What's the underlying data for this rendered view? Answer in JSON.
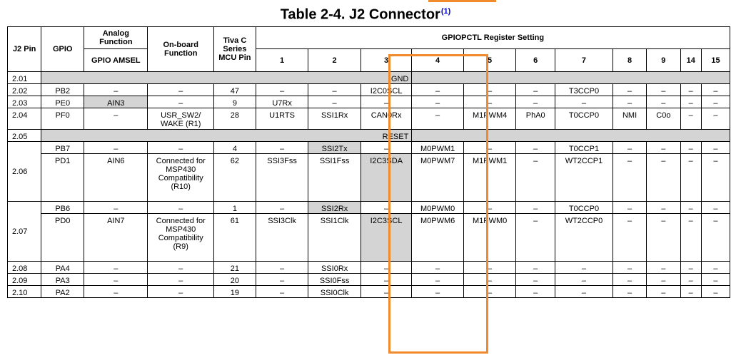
{
  "title": {
    "text": "Table 2-4. J2 Connector",
    "footnote_ref": "(1)"
  },
  "headers": {
    "j2_pin": "J2 Pin",
    "gpio": "GPIO",
    "analog": "Analog Function",
    "gpio_amsel": "GPIO AMSEL",
    "onboard": "On-board Function",
    "mcu_pin": "Tiva C Series MCU Pin",
    "gpiopctl": "GPIOPCTL Register Setting",
    "pctl": [
      "1",
      "2",
      "3",
      "4",
      "5",
      "6",
      "7",
      "8",
      "9",
      "14",
      "15"
    ]
  },
  "rows": {
    "r201": {
      "pin": "2.01",
      "span": "GND"
    },
    "r202": {
      "pin": "2.02",
      "gpio": "PB2",
      "amsel": "–",
      "onboard": "–",
      "mcu": "47",
      "f": [
        "–",
        "–",
        "I2C0SCL",
        "–",
        "–",
        "–",
        "T3CCP0",
        "–",
        "–",
        "–",
        "–"
      ]
    },
    "r203": {
      "pin": "2.03",
      "gpio": "PE0",
      "amsel": "AIN3",
      "onboard": "–",
      "mcu": "9",
      "f": [
        "U7Rx",
        "–",
        "–",
        "–",
        "–",
        "–",
        "–",
        "–",
        "–",
        "–",
        "–"
      ]
    },
    "r204": {
      "pin": "2.04",
      "gpio": "PF0",
      "amsel": "–",
      "onboard": "USR_SW2/ WAKE (R1)",
      "mcu": "28",
      "f": [
        "U1RTS",
        "SSI1Rx",
        "CAN0Rx",
        "–",
        "M1PWM4",
        "PhA0",
        "T0CCP0",
        "NMI",
        "C0o",
        "–",
        "–"
      ]
    },
    "r205": {
      "pin": "2.05",
      "span": "RESET"
    },
    "r206a": {
      "gpio": "PB7",
      "amsel": "–",
      "onboard": "–",
      "mcu": "4",
      "f": [
        "–",
        "SSI2Tx",
        "–",
        "M0PWM1",
        "–",
        "–",
        "T0CCP1",
        "–",
        "–",
        "–",
        "–"
      ]
    },
    "r206b": {
      "pin": "2.06",
      "gpio": "PD1",
      "amsel": "AIN6",
      "onboard": "Connected for MSP430 Compatibility (R10)",
      "mcu": "62",
      "f": [
        "SSI3Fss",
        "SSI1Fss",
        "I2C3SDA",
        "M0PWM7",
        "M1PWM1",
        "–",
        "WT2CCP1",
        "–",
        "–",
        "–",
        "–"
      ]
    },
    "r207a": {
      "gpio": "PB6",
      "amsel": "–",
      "onboard": "–",
      "mcu": "1",
      "f": [
        "–",
        "SSI2Rx",
        "–",
        "M0PWM0",
        "–",
        "–",
        "T0CCP0",
        "–",
        "–",
        "–",
        "–"
      ]
    },
    "r207b": {
      "pin": "2.07",
      "gpio": "PD0",
      "amsel": "AIN7",
      "onboard": "Connected for MSP430 Compatibility (R9)",
      "mcu": "61",
      "f": [
        "SSI3Clk",
        "SSI1Clk",
        "I2C3SCL",
        "M0PWM6",
        "M1PWM0",
        "–",
        "WT2CCP0",
        "–",
        "–",
        "–",
        "–"
      ]
    },
    "r208": {
      "pin": "2.08",
      "gpio": "PA4",
      "amsel": "–",
      "onboard": "–",
      "mcu": "21",
      "f": [
        "–",
        "SSI0Rx",
        "–",
        "–",
        "–",
        "–",
        "–",
        "–",
        "–",
        "–",
        "–"
      ]
    },
    "r209": {
      "pin": "2.09",
      "gpio": "PA3",
      "amsel": "–",
      "onboard": "–",
      "mcu": "20",
      "f": [
        "–",
        "SSI0Fss",
        "–",
        "–",
        "–",
        "–",
        "–",
        "–",
        "–",
        "–",
        "–"
      ]
    },
    "r210": {
      "pin": "2.10",
      "gpio": "PA2",
      "amsel": "–",
      "onboard": "–",
      "mcu": "19",
      "f": [
        "–",
        "SSI0Clk",
        "–",
        "–",
        "–",
        "–",
        "–",
        "–",
        "–",
        "–",
        "–"
      ]
    }
  },
  "colors": {
    "highlight": "#f08a2a",
    "shade": "#d4d4d4",
    "footnote_link": "#0000cc"
  }
}
